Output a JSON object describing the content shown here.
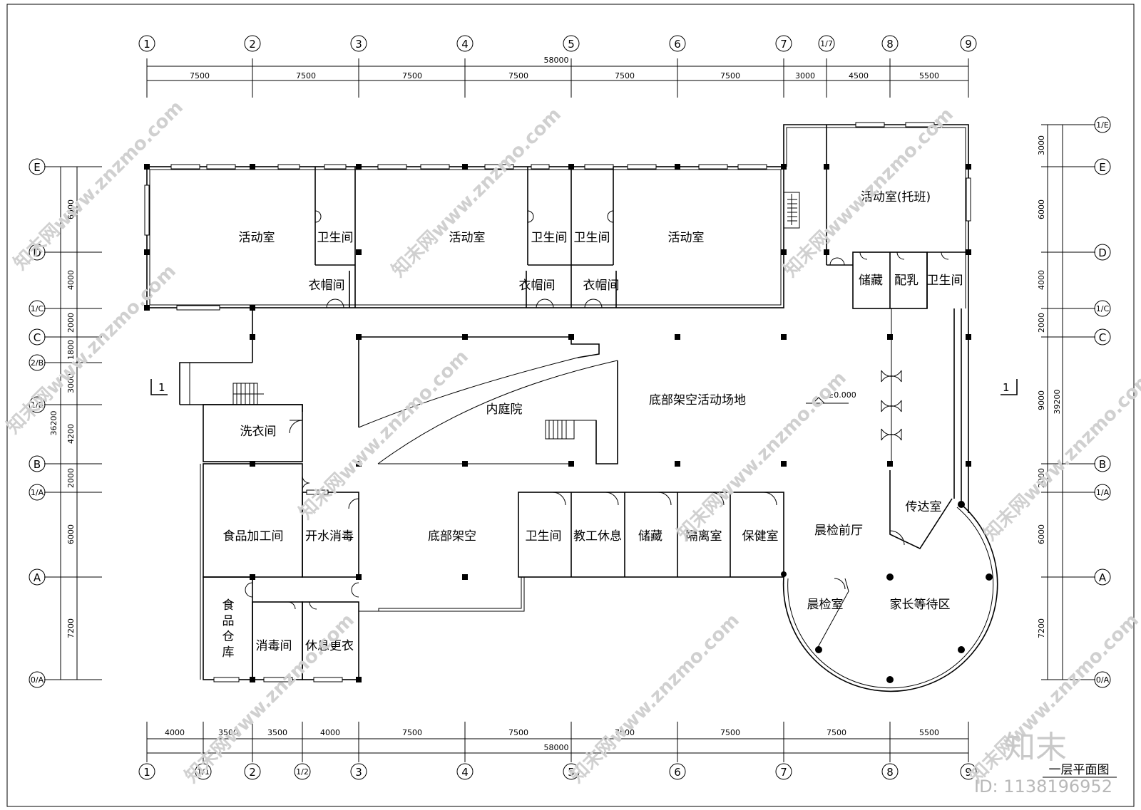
{
  "drawing": {
    "title": "一层平面图",
    "elevation": "±0.000",
    "section_mark": "1"
  },
  "dimensions": {
    "top_total": "58000",
    "top_spans": [
      "7500",
      "7500",
      "7500",
      "7500",
      "7500",
      "7500",
      "3000",
      "4500",
      "5500"
    ],
    "bottom_total": "58000",
    "bottom_spans": [
      "4000",
      "3500",
      "3500",
      "4000",
      "7500",
      "7500",
      "7500",
      "7500",
      "7500",
      "5500"
    ],
    "left_total": "36200",
    "left_spans": [
      "6000",
      "4000",
      "2000",
      "1800",
      "3000",
      "4200",
      "2000",
      "6000",
      "7200"
    ],
    "right_total": "39200",
    "right_spans": [
      "3000",
      "6000",
      "4000",
      "2000",
      "9000",
      "2000",
      "6000",
      "7200"
    ],
    "right_sub": "9000"
  },
  "axes": {
    "top": [
      "1",
      "2",
      "3",
      "4",
      "5",
      "6",
      "7",
      "1/7",
      "8",
      "9"
    ],
    "bottom": [
      "1",
      "1/1",
      "2",
      "1/2",
      "3",
      "4",
      "5",
      "6",
      "7",
      "8",
      "9"
    ],
    "left": [
      "E",
      "D",
      "1/C",
      "C",
      "2/B",
      "1/B",
      "B",
      "1/A",
      "A",
      "0/A"
    ],
    "right": [
      "1/E",
      "E",
      "D",
      "1/C",
      "C",
      "B",
      "1/A",
      "A",
      "0/A"
    ]
  },
  "rooms": {
    "act1": "活动室",
    "wc1": "卫生间",
    "cloak1": "衣帽间",
    "act2": "活动室",
    "wc2": "卫生间",
    "cloak2": "衣帽间",
    "wc3": "卫生间",
    "cloak3": "衣帽间",
    "act3": "活动室",
    "act4": "活动室(托班)",
    "storage1": "储藏",
    "milk": "配乳",
    "wc4": "卫生间",
    "courtyard": "内庭院",
    "open_area": "底部架空活动场地",
    "laundry": "洗衣间",
    "kitchen": "食品加工间",
    "boil": "开水消毒",
    "open_base": "底部架空",
    "food_store": "食品仓库",
    "disinfect": "消毒间",
    "rest_change": "休息更衣",
    "wc5": "卫生间",
    "staff_rest": "教工休息",
    "storage2": "储藏",
    "isolation": "隔离室",
    "health": "保健室",
    "lobby": "晨检前厅",
    "reception": "传达室",
    "check": "晨检室",
    "waiting": "家长等待区"
  },
  "watermark": {
    "text": "知末网www.znzmo.com",
    "brand": "知末",
    "id": "ID: 1138196952"
  }
}
